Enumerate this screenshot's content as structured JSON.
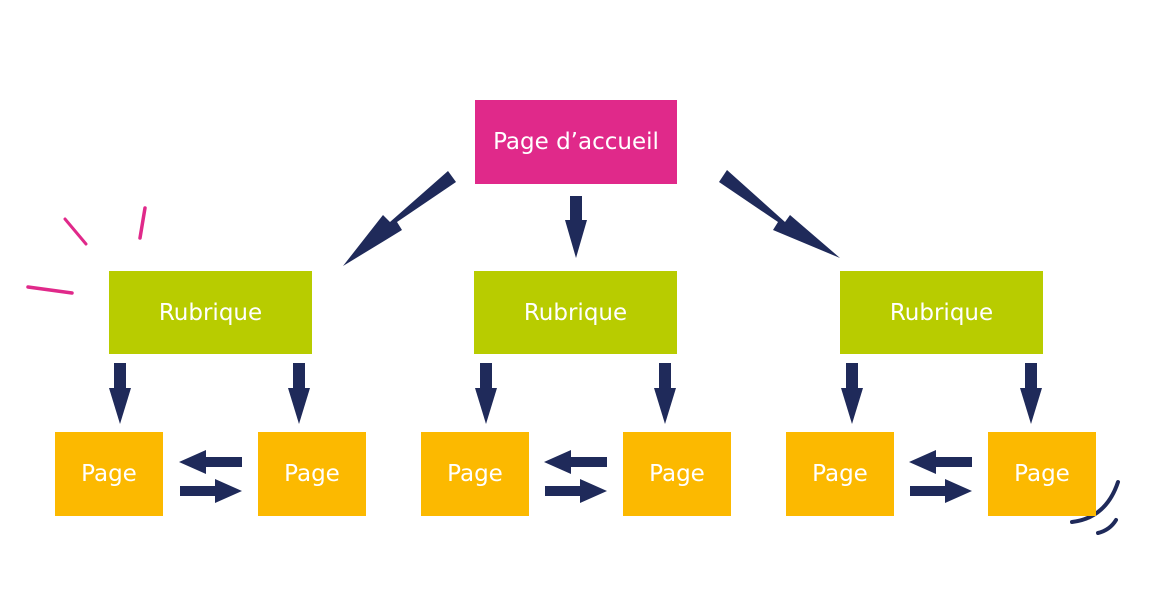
{
  "home": {
    "label": "Page d’accueil"
  },
  "sections": [
    {
      "label": "Rubrique",
      "pages": [
        "Page",
        "Page"
      ]
    },
    {
      "label": "Rubrique",
      "pages": [
        "Page",
        "Page"
      ]
    },
    {
      "label": "Rubrique",
      "pages": [
        "Page",
        "Page"
      ]
    }
  ],
  "colors": {
    "home": "#e0298a",
    "section": "#b8cc00",
    "page": "#fcb900",
    "arrow": "#1f2a5a",
    "accent_marks": "#e0298a"
  }
}
